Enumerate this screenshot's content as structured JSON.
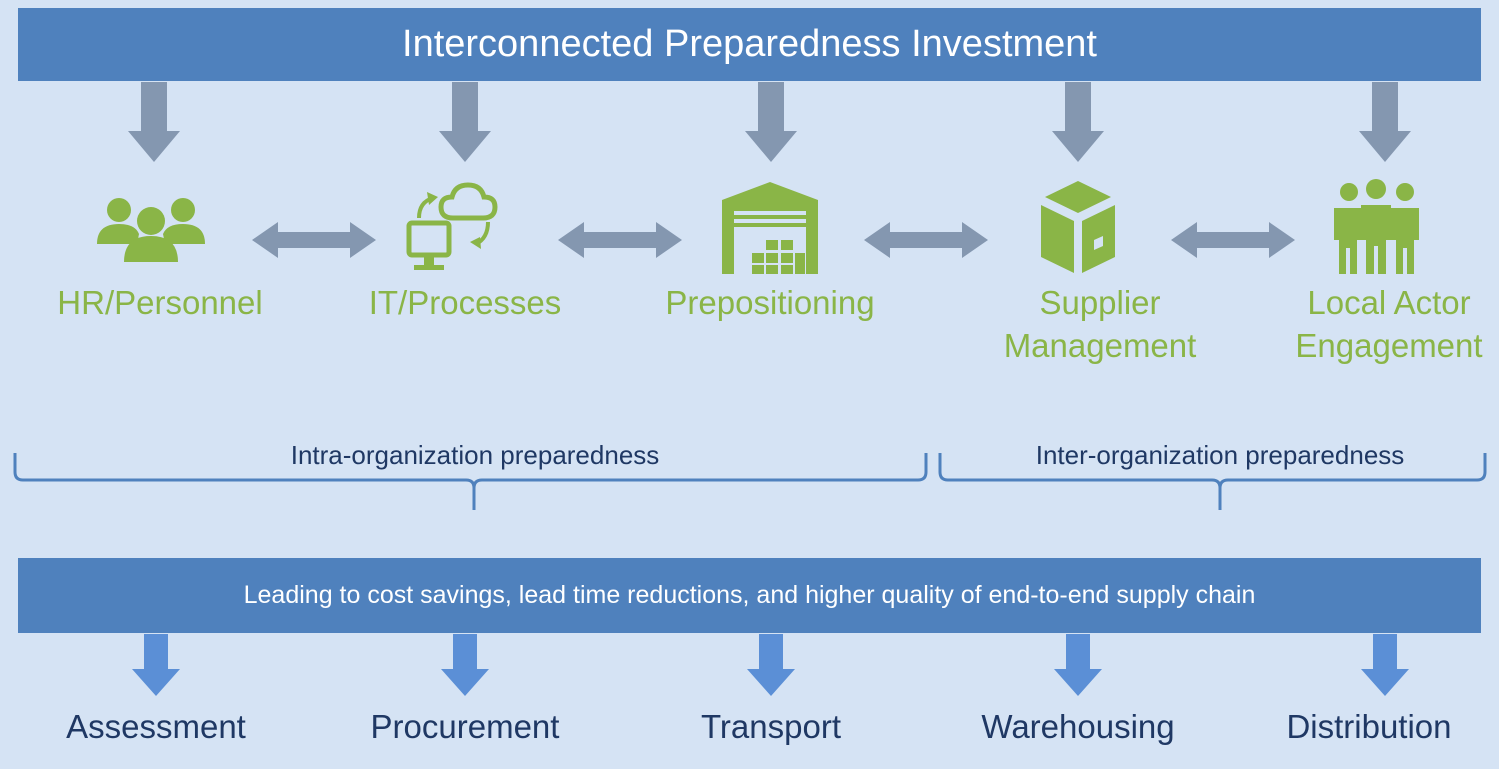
{
  "title": "Interconnected Preparedness Investment",
  "pillars": [
    {
      "label": "HR/Personnel",
      "icon": "people-group-icon"
    },
    {
      "label": "IT/Processes",
      "icon": "computer-cloud-sync-icon"
    },
    {
      "label": "Prepositioning",
      "icon": "warehouse-icon"
    },
    {
      "label": "Supplier\nManagement",
      "icon": "package-box-icon"
    },
    {
      "label": "Local Actor\nEngagement",
      "icon": "three-people-icon"
    }
  ],
  "groups": {
    "intra": "Intra-organization preparedness",
    "inter": "Inter-organization preparedness"
  },
  "outcome": "Leading to cost savings, lead time reductions, and higher quality of end-to-end supply chain",
  "stages": [
    "Assessment",
    "Procurement",
    "Transport",
    "Warehousing",
    "Distribution"
  ],
  "colors": {
    "background": "#d5e3f4",
    "banner": "#4f81bd",
    "icon_green": "#8ab547",
    "grey_arrow": "#8497b0",
    "blue_arrow": "#5b8fd6",
    "dark_text": "#1f3864"
  }
}
